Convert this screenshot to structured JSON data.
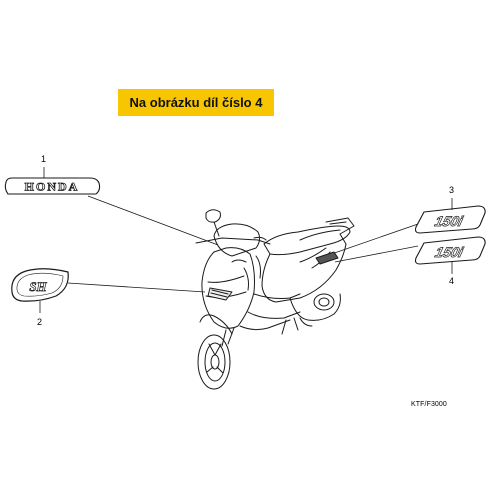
{
  "banner": {
    "text": "Na obrázku díl číslo 4",
    "color": "#f7c600"
  },
  "parts": {
    "honda_emblem": {
      "callout": "1",
      "lettering": "HONDA"
    },
    "sh_emblem": {
      "callout": "2",
      "lettering": "SH"
    },
    "upper_150_emblem": {
      "callout": "3",
      "lettering": "150i"
    },
    "lower_150_emblem": {
      "callout": "4",
      "lettering": "150i"
    }
  },
  "diagram_code": "KTF/F3000"
}
